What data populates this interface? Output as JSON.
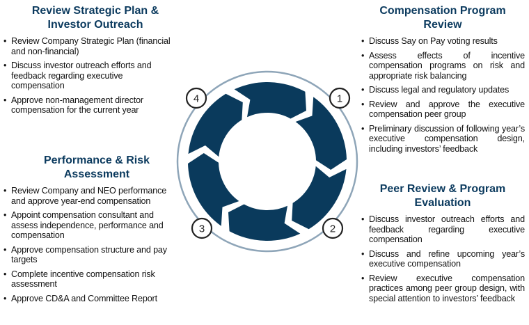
{
  "colors": {
    "segment": "#0a3a5c",
    "outer_ring": "#8ea5b8",
    "heading": "#0b3a5e"
  },
  "top_left": {
    "heading": "Review Strategic Plan & Investor Outreach",
    "items": [
      "Review Company Strategic Plan (financial and non-financial)",
      "Discuss investor outreach efforts and feedback regarding executive compensation",
      "Approve non-management director compensation for the current year"
    ]
  },
  "bottom_left": {
    "heading": "Performance & Risk Assessment",
    "items": [
      "Review Company and NEO performance and approve year-end compensation",
      "Appoint compensation consultant and assess independence, performance and compensation",
      "Approve compensation structure and pay targets",
      "Complete incentive compensation risk assessment",
      "Approve CD&A and Committee Report"
    ]
  },
  "top_right": {
    "heading": "Compensation Program Review",
    "items": [
      "Discuss Say on Pay voting results",
      "Assess effects of incentive compensation programs on risk and appropriate risk balancing",
      "Discuss legal and regulatory updates",
      "Review and approve the executive compensation peer group",
      "Preliminary discussion of following year’s executive compensation design, including investors’ feedback"
    ]
  },
  "bottom_right": {
    "heading": "Peer Review & Program Evaluation",
    "items": [
      "Discuss investor outreach efforts and feedback regarding executive compensation",
      "Discuss and refine upcoming year’s executive compensation",
      "Review executive compensation practices among peer group design, with special attention to investors’ feedback"
    ]
  },
  "cycle": {
    "markers": [
      "1",
      "2",
      "3",
      "4"
    ]
  }
}
